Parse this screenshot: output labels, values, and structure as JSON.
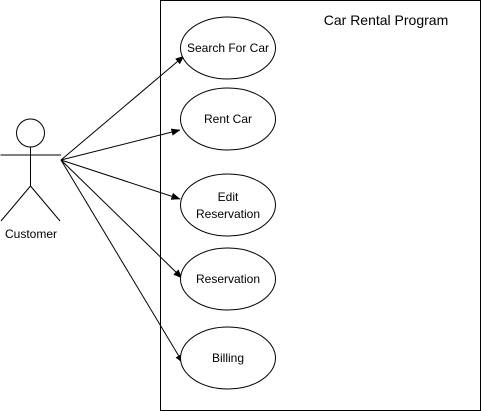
{
  "diagram": {
    "system": {
      "title": "Car Rental Program"
    },
    "actor": {
      "label": "Customer"
    },
    "use_cases": [
      {
        "id": "search",
        "lines": [
          "Search For Car"
        ]
      },
      {
        "id": "rent",
        "lines": [
          "Rent Car"
        ]
      },
      {
        "id": "edit",
        "lines": [
          "Edit",
          "Reservation"
        ]
      },
      {
        "id": "reservation",
        "lines": [
          "Reservation"
        ]
      },
      {
        "id": "billing",
        "lines": [
          "Billing"
        ]
      }
    ],
    "colors": {
      "stroke": "#000000",
      "fill": "#ffffff",
      "text": "#000000"
    }
  }
}
